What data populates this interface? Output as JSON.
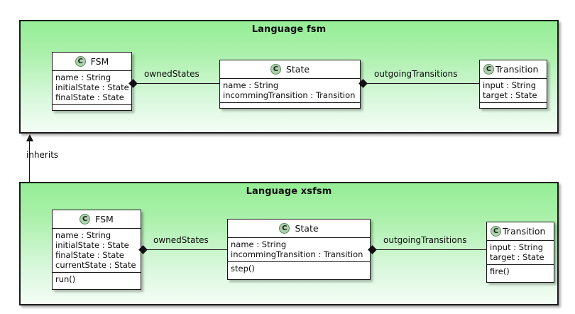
{
  "diagram": {
    "type": "uml-class-diagram",
    "icon_letter": "C",
    "colors": {
      "package_fill_top": "#95ee95",
      "package_fill_bottom": "#f4fdf5",
      "border": "#1a1a1a",
      "class_fill": "#ffffff",
      "icon_fill": "#add1ad",
      "icon_border": "#5a8a5a"
    }
  },
  "packages": [
    {
      "title": "Language fsm",
      "classes": [
        {
          "name": "FSM",
          "attributes": [
            "name : String",
            "initialState : State",
            "finalState : State"
          ],
          "operations": []
        },
        {
          "name": "State",
          "attributes": [
            "name : String",
            "incommingTransition : Transition"
          ],
          "operations": []
        },
        {
          "name": "Transition",
          "attributes": [
            "input : String",
            "target : State"
          ],
          "operations": []
        }
      ],
      "associations": [
        {
          "label": "ownedStates",
          "from": "FSM",
          "to": "State"
        },
        {
          "label": "outgoingTransitions",
          "from": "State",
          "to": "Transition"
        }
      ]
    },
    {
      "title": "Language xsfsm",
      "classes": [
        {
          "name": "FSM",
          "attributes": [
            "name : String",
            "initialState : State",
            "finalState : State",
            "currentState : State"
          ],
          "operations": [
            "run()"
          ]
        },
        {
          "name": "State",
          "attributes": [
            "name : String",
            "incommingTransition : Transition"
          ],
          "operations": [
            "step()"
          ]
        },
        {
          "name": "Transition",
          "attributes": [
            "input : String",
            "target : State"
          ],
          "operations": [
            "fire()"
          ]
        }
      ],
      "associations": [
        {
          "label": "ownedStates",
          "from": "FSM",
          "to": "State"
        },
        {
          "label": "outgoingTransitions",
          "from": "State",
          "to": "Transition"
        }
      ]
    }
  ],
  "relations": [
    {
      "label": "inherits",
      "from": "Language xsfsm",
      "to": "Language fsm",
      "arrow": "open-triangle-up"
    }
  ]
}
